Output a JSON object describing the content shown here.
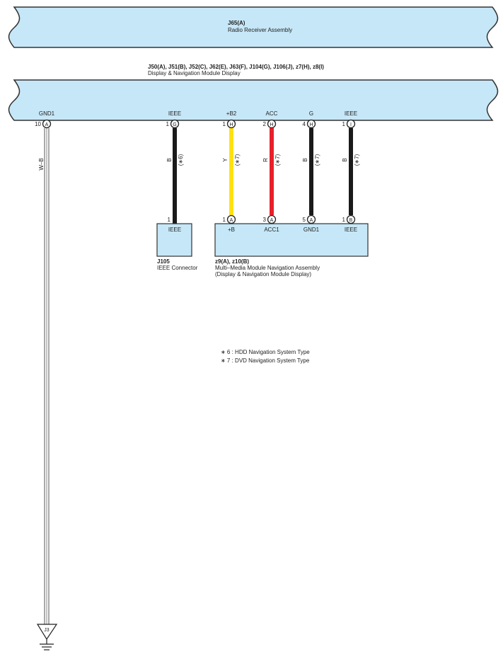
{
  "components": {
    "radio_receiver": {
      "code": "J65(A)",
      "name": "Radio Receiver Assembly"
    },
    "display_module": {
      "code": "J50(A), J51(B), J52(C), J62(E), J63(F), J104(G), J106(J), z7(H), z8(I)",
      "name": "Display & Navigation Module Display"
    },
    "ieee_connector": {
      "code": "J105",
      "name": "IEEE Connector",
      "box_label": "IEEE",
      "pin": "1"
    },
    "mm_navigation": {
      "code": "z9(A), z10(B)",
      "name": "Multi–Media Module Navigation Assembly",
      "name2": "(Display & Navigation Module Display)"
    }
  },
  "top_terminals": [
    {
      "label": "GND1",
      "pin": "10",
      "conn": "A"
    },
    {
      "label": "IEEE",
      "pin": "1",
      "conn": "G"
    },
    {
      "label": "+B2",
      "pin": "1",
      "conn": "H"
    },
    {
      "label": "ACC",
      "pin": "2",
      "conn": "H"
    },
    {
      "label": "G",
      "pin": "4",
      "conn": "H"
    },
    {
      "label": "IEEE",
      "pin": "1",
      "conn": "I"
    }
  ],
  "wires": [
    {
      "color_code": "W–B",
      "note": "",
      "color": "#ffffff"
    },
    {
      "color_code": "B",
      "note": "(∗6)",
      "color": "#1a1a1a"
    },
    {
      "color_code": "Y",
      "note": "(∗7)",
      "color": "#ffe012"
    },
    {
      "color_code": "R",
      "note": "(∗7)",
      "color": "#e8202a"
    },
    {
      "color_code": "B",
      "note": "(∗7)",
      "color": "#1a1a1a"
    },
    {
      "color_code": "B",
      "note": "(∗7)",
      "color": "#1a1a1a"
    }
  ],
  "bottom_terminals": [
    {
      "label": "+B",
      "pin": "1",
      "conn": "A"
    },
    {
      "label": "ACC1",
      "pin": "3",
      "conn": "A"
    },
    {
      "label": "GND1",
      "pin": "5",
      "conn": "A"
    },
    {
      "label": "IEEE",
      "pin": "1",
      "conn": "B"
    }
  ],
  "ground": {
    "label": "J3"
  },
  "notes": [
    "∗ 6 : HDD Navigation System Type",
    "∗ 7 : DVD Navigation System Type"
  ],
  "colors": {
    "component_fill": "#c6e7f7",
    "outline": "#333333"
  }
}
